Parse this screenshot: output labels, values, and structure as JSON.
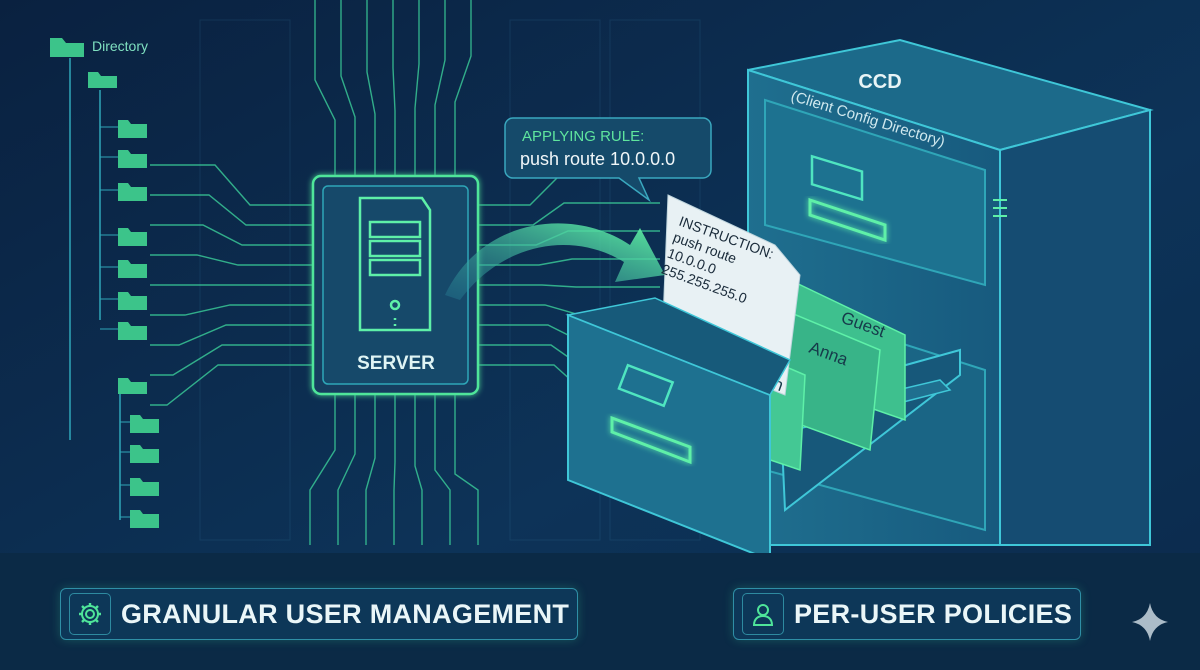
{
  "directory": {
    "label": "Directory"
  },
  "server": {
    "label": "SERVER"
  },
  "callout": {
    "line1": "APPLYING RULE:",
    "line2": "push route 10.0.0.0"
  },
  "instruction": {
    "line1": "INSTRUCTION:",
    "line2": "push route",
    "line3": "10.0.0.0",
    "line4": "255.255.255.0"
  },
  "folders": [
    "Guest",
    "Anna",
    "Jan"
  ],
  "cabinet": {
    "title": "CCD",
    "subtitle": "(Client Config Directory)"
  },
  "features": [
    {
      "label": "GRANULAR USER MANAGEMENT",
      "icon": "gear-icon"
    },
    {
      "label": "PER-USER POLICIES",
      "icon": "user-icon"
    }
  ],
  "colors": {
    "accent": "#4fe59a",
    "background": "#0b2747",
    "line": "#2fa6b8"
  }
}
